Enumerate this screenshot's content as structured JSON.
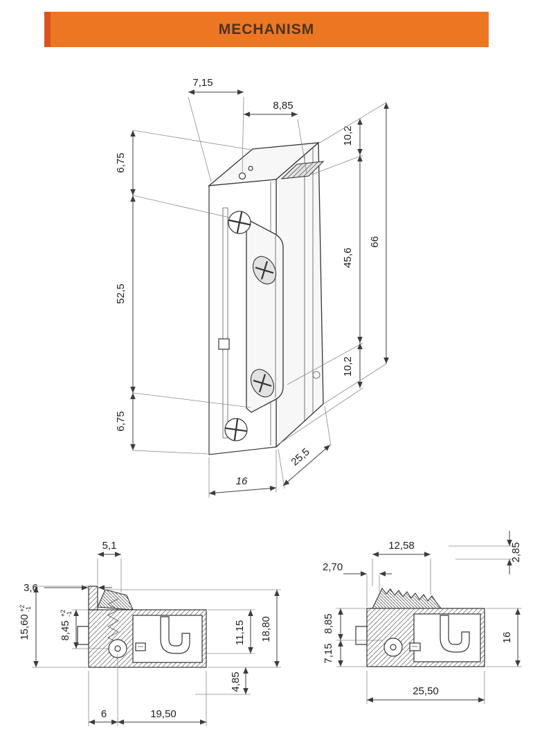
{
  "header": {
    "title": "MECHANISM"
  },
  "colors": {
    "header_bg": "#ED7622",
    "header_accent": "#D9531E",
    "header_text": "#4A3321",
    "line": "#333333",
    "dim_text": "#1f1f1f"
  },
  "main_view": {
    "dims": {
      "offset_left": "7,15",
      "offset_right": "8,85",
      "depth_top": "10,2",
      "screw_top_offset": "6,75",
      "screw_spacing": "52,5",
      "keeper_height": "45,6",
      "total_height": "66",
      "depth_bottom": "10,2",
      "screw_bottom_offset": "6,75",
      "faceplate_width": "16",
      "body_depth": "25,5"
    }
  },
  "section_left": {
    "dims": {
      "lip_top_width": "5,1",
      "lip_thickness": "3,6",
      "overall_height": {
        "value": "15,60",
        "plus": "+2",
        "minus": "-1"
      },
      "pivot_height": {
        "value": "8,45",
        "plus": "+2",
        "minus": "-1"
      },
      "pivot_offset": "6",
      "cavity_width": "19,50",
      "inner_height": "11,15",
      "total_height": "18,80",
      "bottom_depth": "4,85"
    }
  },
  "section_right": {
    "dims": {
      "top_width": "12,58",
      "tab_offset": "2,70",
      "lip_step": "2,85",
      "upper_height": "8,85",
      "lower_height": "7,15",
      "side_height": "16",
      "overall_width": "25,50"
    }
  }
}
